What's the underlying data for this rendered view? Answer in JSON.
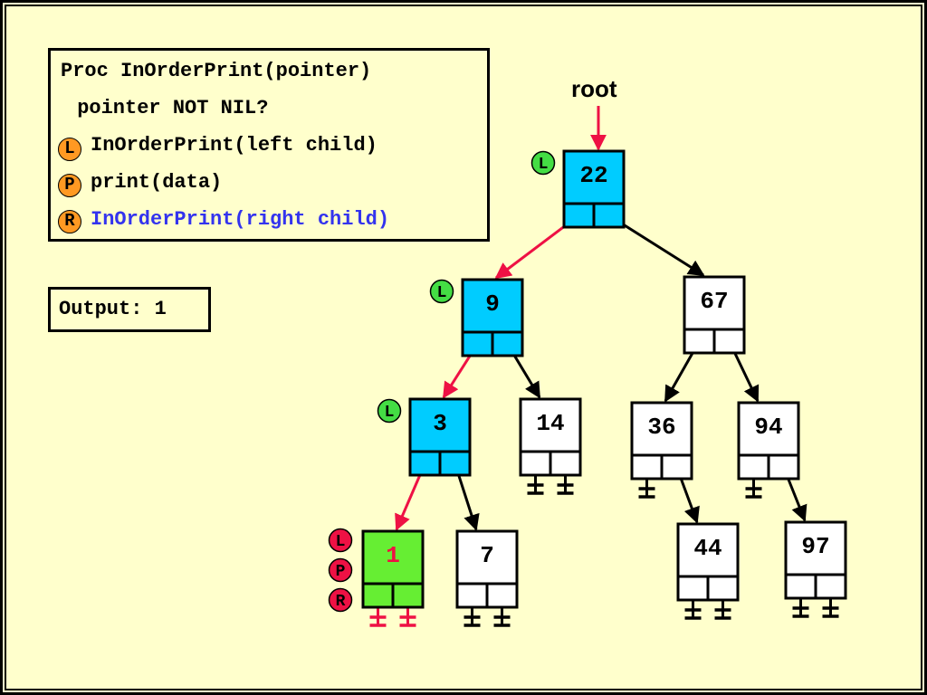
{
  "procedure": {
    "lines": [
      "Proc InOrderPrint(pointer)",
      " pointer NOT NIL?",
      "InOrderPrint(left child)",
      "print(data)",
      "InOrderPrint(right child)"
    ],
    "badges": [
      "L",
      "P",
      "R"
    ]
  },
  "output": {
    "label": "Output: 1"
  },
  "root_label": "root",
  "tree": {
    "nodes": [
      {
        "id": "n22",
        "value": "22",
        "state": "active"
      },
      {
        "id": "n9",
        "value": "9",
        "state": "active"
      },
      {
        "id": "n67",
        "value": "67",
        "state": "normal"
      },
      {
        "id": "n3",
        "value": "3",
        "state": "active"
      },
      {
        "id": "n14",
        "value": "14",
        "state": "normal"
      },
      {
        "id": "n36",
        "value": "36",
        "state": "normal"
      },
      {
        "id": "n94",
        "value": "94",
        "state": "normal"
      },
      {
        "id": "n1",
        "value": "1",
        "state": "current"
      },
      {
        "id": "n7",
        "value": "7",
        "state": "normal"
      },
      {
        "id": "n44",
        "value": "44",
        "state": "normal"
      },
      {
        "id": "n97",
        "value": "97",
        "state": "normal"
      }
    ],
    "edges": [
      {
        "from": "n22",
        "to": "n9",
        "side": "left",
        "visited": true
      },
      {
        "from": "n22",
        "to": "n67",
        "side": "right",
        "visited": false
      },
      {
        "from": "n9",
        "to": "n3",
        "side": "left",
        "visited": true
      },
      {
        "from": "n9",
        "to": "n14",
        "side": "right",
        "visited": false
      },
      {
        "from": "n3",
        "to": "n1",
        "side": "left",
        "visited": true
      },
      {
        "from": "n3",
        "to": "n7",
        "side": "right",
        "visited": false
      },
      {
        "from": "n67",
        "to": "n36",
        "side": "left",
        "visited": false
      },
      {
        "from": "n67",
        "to": "n94",
        "side": "right",
        "visited": false
      },
      {
        "from": "n36",
        "to": "n44",
        "side": "right",
        "visited": false
      },
      {
        "from": "n94",
        "to": "n97",
        "side": "right",
        "visited": false
      }
    ],
    "nil_pointers": [
      {
        "node": "n14",
        "side": "left"
      },
      {
        "node": "n14",
        "side": "right"
      },
      {
        "node": "n36",
        "side": "left"
      },
      {
        "node": "n94",
        "side": "left"
      },
      {
        "node": "n1",
        "side": "left",
        "visited": true
      },
      {
        "node": "n1",
        "side": "right",
        "visited": true
      },
      {
        "node": "n7",
        "side": "left"
      },
      {
        "node": "n7",
        "side": "right"
      },
      {
        "node": "n44",
        "side": "left"
      },
      {
        "node": "n44",
        "side": "right"
      },
      {
        "node": "n97",
        "side": "left"
      },
      {
        "node": "n97",
        "side": "right"
      }
    ],
    "node_markers": [
      {
        "node": "n22",
        "labels": [
          "L"
        ]
      },
      {
        "node": "n9",
        "labels": [
          "L"
        ]
      },
      {
        "node": "n3",
        "labels": [
          "L"
        ]
      },
      {
        "node": "n1",
        "labels": [
          "L",
          "P",
          "R"
        ]
      }
    ]
  },
  "colors": {
    "background": "#ffffcc",
    "active_node": "#00ccff",
    "current_node": "#66ee33",
    "visited_edge": "#ee1144",
    "highlight_line": "#3333ee",
    "badge_orange": "#ff9922",
    "badge_green": "#44dd44",
    "badge_red": "#ee1144"
  }
}
